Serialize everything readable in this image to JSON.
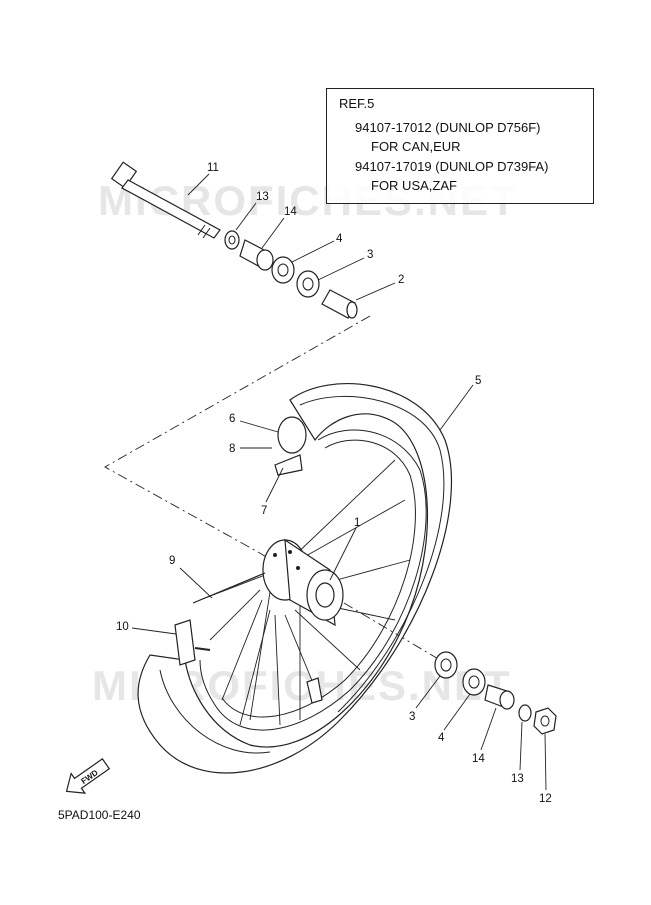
{
  "ref_box": {
    "title": "REF.5",
    "line1": "94107-17012 (DUNLOP D756F)",
    "line2": "FOR CAN,EUR",
    "line3": "94107-17019 (DUNLOP D739FA)",
    "line4": "FOR USA,ZAF"
  },
  "callouts": {
    "c1": "1",
    "c2": "2",
    "c3a": "3",
    "c3b": "3",
    "c4a": "4",
    "c4b": "4",
    "c5": "5",
    "c6": "6",
    "c7": "7",
    "c8": "8",
    "c9": "9",
    "c10": "10",
    "c11": "11",
    "c12": "12",
    "c13a": "13",
    "c13b": "13",
    "c14a": "14",
    "c14b": "14"
  },
  "fwd_label": "FWD",
  "diagram_code": "5PAD100-E240",
  "watermark": "MICROFICHES.NET",
  "colors": {
    "line": "#222222",
    "watermark": "#e6e6e6",
    "background": "#ffffff"
  }
}
